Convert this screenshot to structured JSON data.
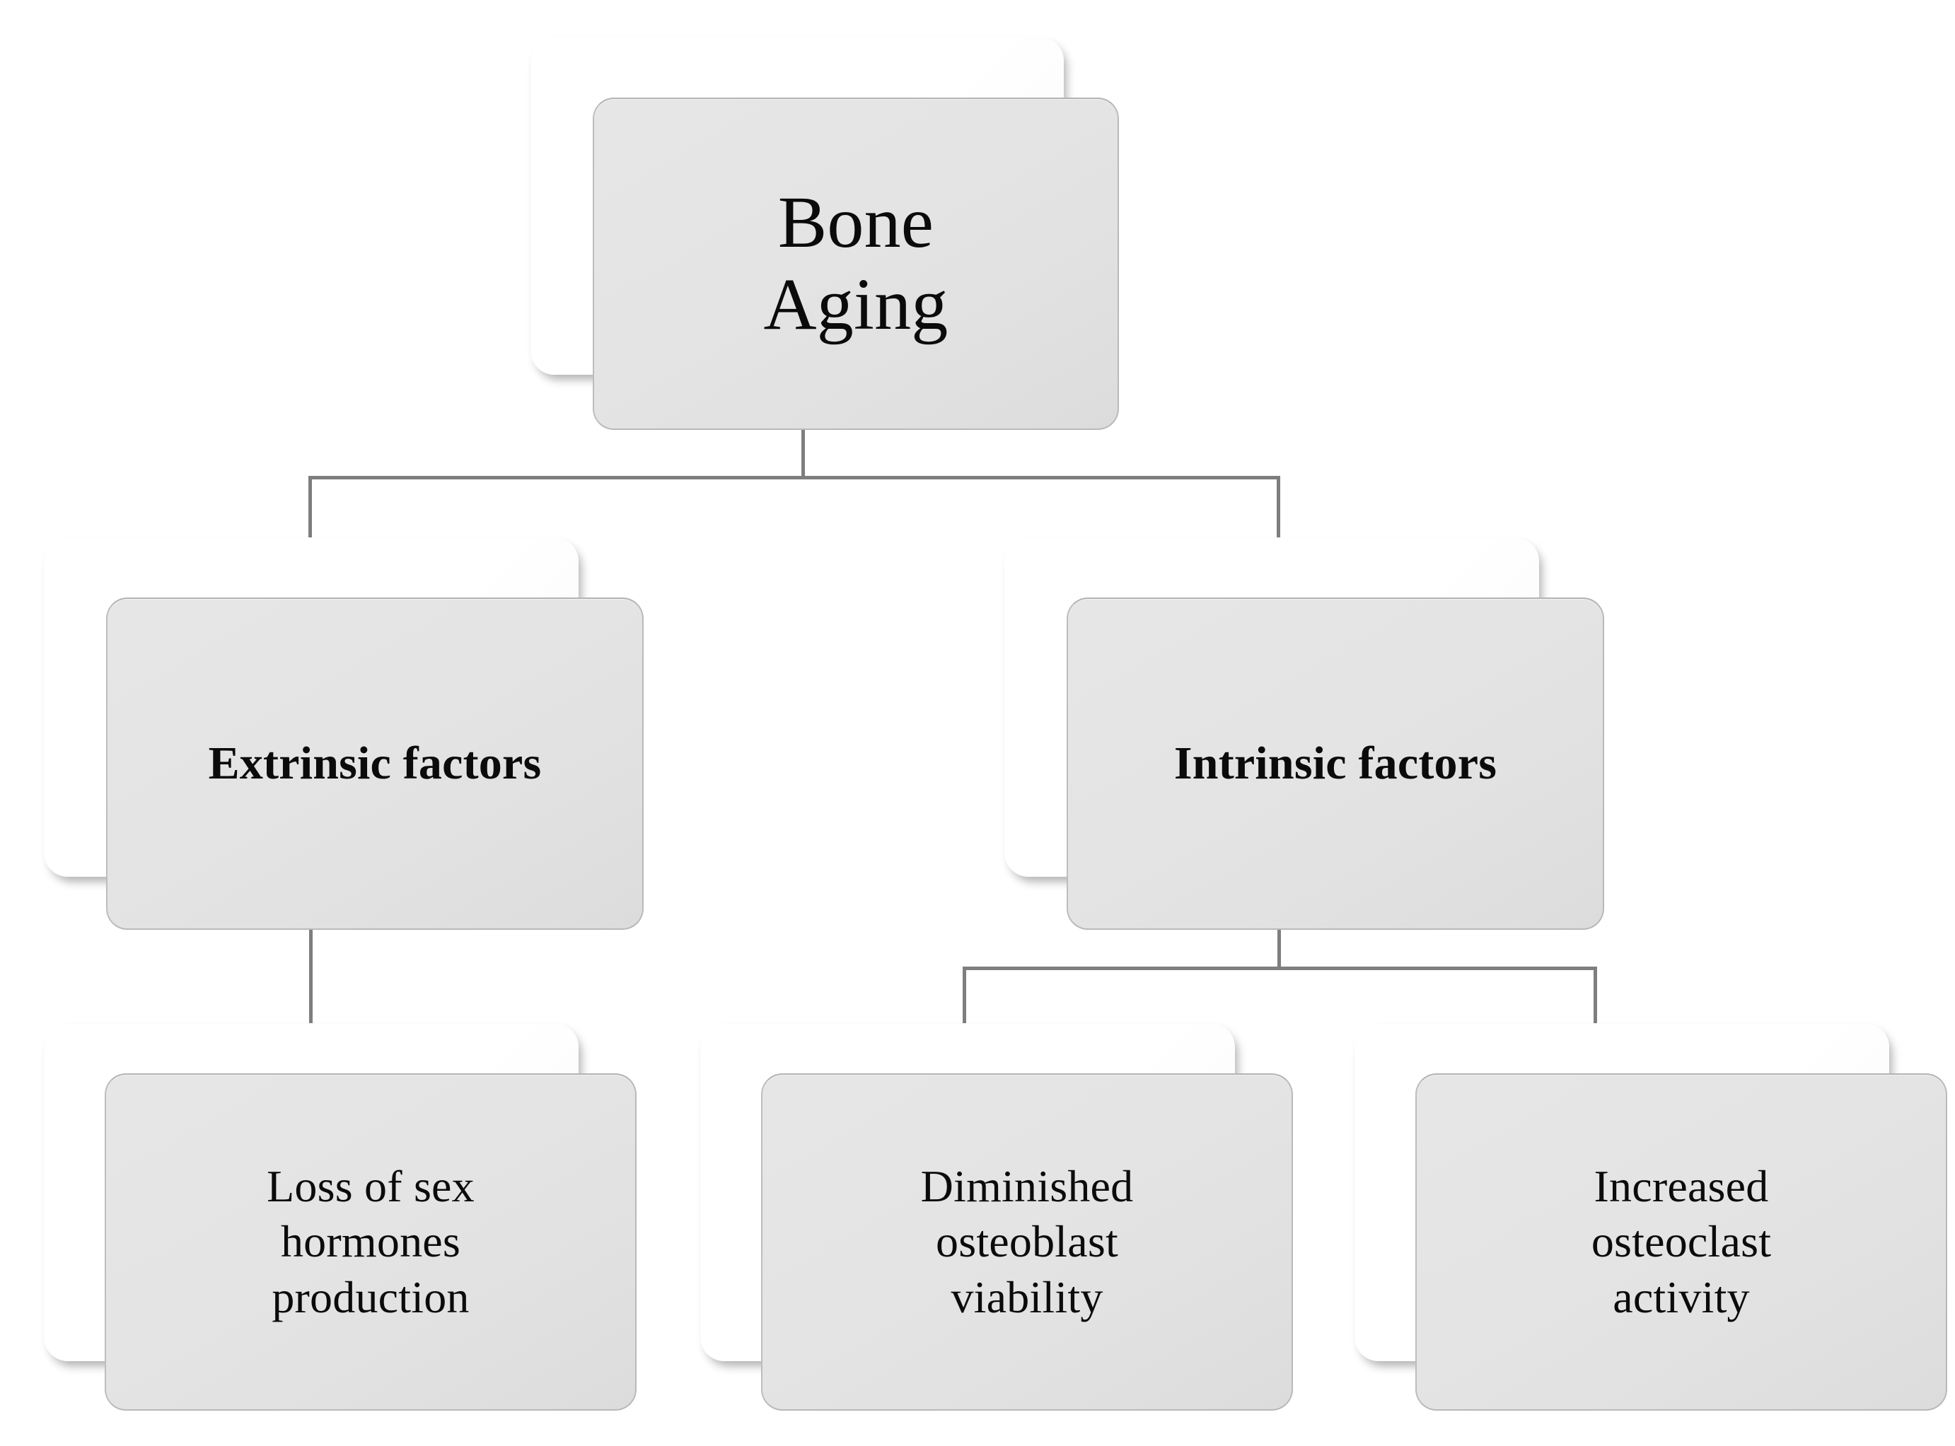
{
  "diagram": {
    "title": "Bone Aging",
    "type": "hierarchy-flowchart",
    "colors": {
      "canvas": "#ffffff",
      "card_front_fill": "#e3e3e3",
      "card_front_border": "#b9b9b9",
      "card_back_fill": "#ffffff",
      "connector": "#7e7e7e",
      "text": "#0b0b0b"
    },
    "nodes": [
      {
        "id": "root",
        "label": "Bone\nAging",
        "level": 0,
        "bold": false
      },
      {
        "id": "extrinsic",
        "label": "Extrinsic factors",
        "level": 1,
        "bold": true
      },
      {
        "id": "intrinsic",
        "label": "Intrinsic factors",
        "level": 1,
        "bold": true
      },
      {
        "id": "hormones",
        "label": "Loss of sex\nhormones\nproduction",
        "level": 2,
        "bold": false
      },
      {
        "id": "osteoblast",
        "label": "Diminished\nosteoblast\nviability",
        "level": 2,
        "bold": false
      },
      {
        "id": "osteoclast",
        "label": "Increased\nosteoclast\nactivity",
        "level": 2,
        "bold": false
      }
    ],
    "edges": [
      {
        "from": "root",
        "to": "extrinsic"
      },
      {
        "from": "root",
        "to": "intrinsic"
      },
      {
        "from": "extrinsic",
        "to": "hormones"
      },
      {
        "from": "intrinsic",
        "to": "osteoblast"
      },
      {
        "from": "intrinsic",
        "to": "osteoclast"
      }
    ]
  }
}
